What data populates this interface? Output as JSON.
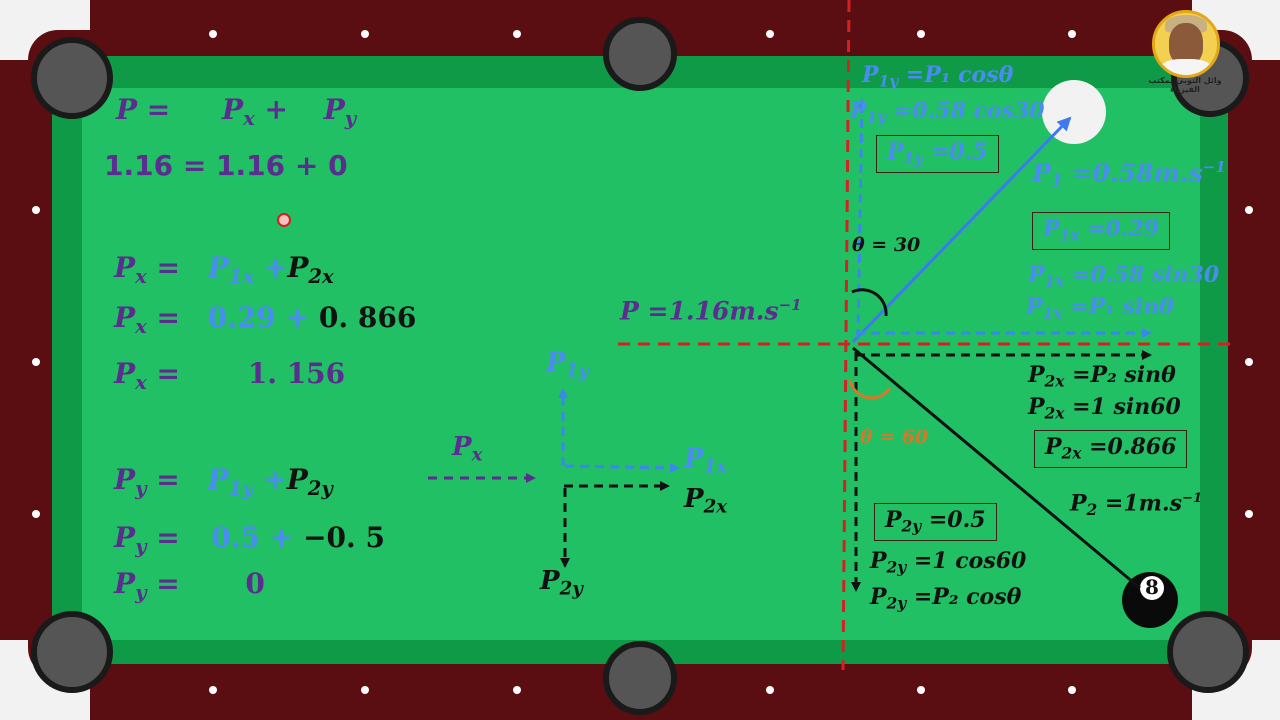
{
  "left_equations": {
    "p_row": {
      "lhs": "P =",
      "px": "P",
      "px_sub": "x",
      "plus": "+",
      "py": "P",
      "py_sub": "y"
    },
    "p_values": "1.16 = 1.16 + 0",
    "px_row1": {
      "lhs": "P",
      "lhs_sub": "x",
      "eq": "=",
      "a": "P",
      "a_sub": "1x",
      "plus": "+",
      "b": "P",
      "b_sub": "2x"
    },
    "px_row2": {
      "lhs": "P",
      "lhs_sub": "x",
      "eq": "=",
      "a": "0.29 +",
      "b": "0. 866"
    },
    "px_row3": {
      "lhs": "P",
      "lhs_sub": "x",
      "eq": "=",
      "value": "1. 156"
    },
    "py_row1": {
      "lhs": "P",
      "lhs_sub": "y",
      "eq": "=",
      "a": "P",
      "a_sub": "1y",
      "plus": "+",
      "b": "P",
      "b_sub": "2y"
    },
    "py_row2": {
      "lhs": "P",
      "lhs_sub": "y",
      "eq": "=",
      "a": "0.5 +",
      "b": "−0. 5"
    },
    "py_row3": {
      "lhs": "P",
      "lhs_sub": "y",
      "eq": "=",
      "value": "0"
    }
  },
  "component_diagram": {
    "p1y": {
      "main": "P",
      "sub": "1y"
    },
    "px": {
      "main": "P",
      "sub": "x"
    },
    "p1x": {
      "main": "P",
      "sub": "1x"
    },
    "p2x": {
      "main": "P",
      "sub": "2x"
    },
    "p2y": {
      "main": "P",
      "sub": "2y"
    }
  },
  "right_labels": {
    "p1y_formula": {
      "main": "P",
      "sub": "1y",
      "rest": " =P₁ cosθ"
    },
    "p1y_numeric": {
      "main": "P",
      "sub": "1y",
      "rest": " =0.58 cos30"
    },
    "p1y_result": {
      "main": "P",
      "sub": "1y",
      "rest": " =0.5"
    },
    "p1": {
      "main": "P",
      "sub": "1",
      "rest": " =0.58m.s",
      "sup": "−1"
    },
    "theta30": "θ = 30",
    "p1x_result": {
      "main": "P",
      "sub": "1x",
      "rest": " =0.29"
    },
    "p1x_numeric": {
      "main": "P",
      "sub": "1x",
      "rest": " =0.58 sin30"
    },
    "p1x_formula": {
      "main": "P",
      "sub": "1x",
      "rest": " =P₁ sinθ"
    },
    "p_total": {
      "main": "P =1.16m.s",
      "sup": "−1"
    },
    "p2x_formula": {
      "main": "P",
      "sub": "2x",
      "rest": " =P₂ sinθ"
    },
    "p2x_numeric": {
      "main": "P",
      "sub": "2x",
      "rest": " =1 sin60"
    },
    "p2x_result": {
      "main": "P",
      "sub": "2x",
      "rest": " =0.866"
    },
    "theta60": "θ = 60",
    "p2": {
      "main": "P",
      "sub": "2",
      "rest": " =1m.s",
      "sup": "−1"
    },
    "p2y_result": {
      "main": "P",
      "sub": "2y",
      "rest": " =0.5"
    },
    "p2y_numeric": {
      "main": "P",
      "sub": "2y",
      "rest": " =1 cos60"
    },
    "p2y_formula": {
      "main": "P",
      "sub": "2y",
      "rest": " =P₂ cosθ"
    }
  },
  "eight_ball_number": "8",
  "logo_text": "وائل التوبي بمكتب الفيزياء",
  "colors": {
    "rail": "#5b0e12",
    "felt": "#21c065",
    "cushion": "#0f9a48",
    "pocket": "#5a5a5a",
    "purple_text": "#5b2d8e",
    "blue_text": "#4a8cf0",
    "red_dashes": "#d42222"
  }
}
